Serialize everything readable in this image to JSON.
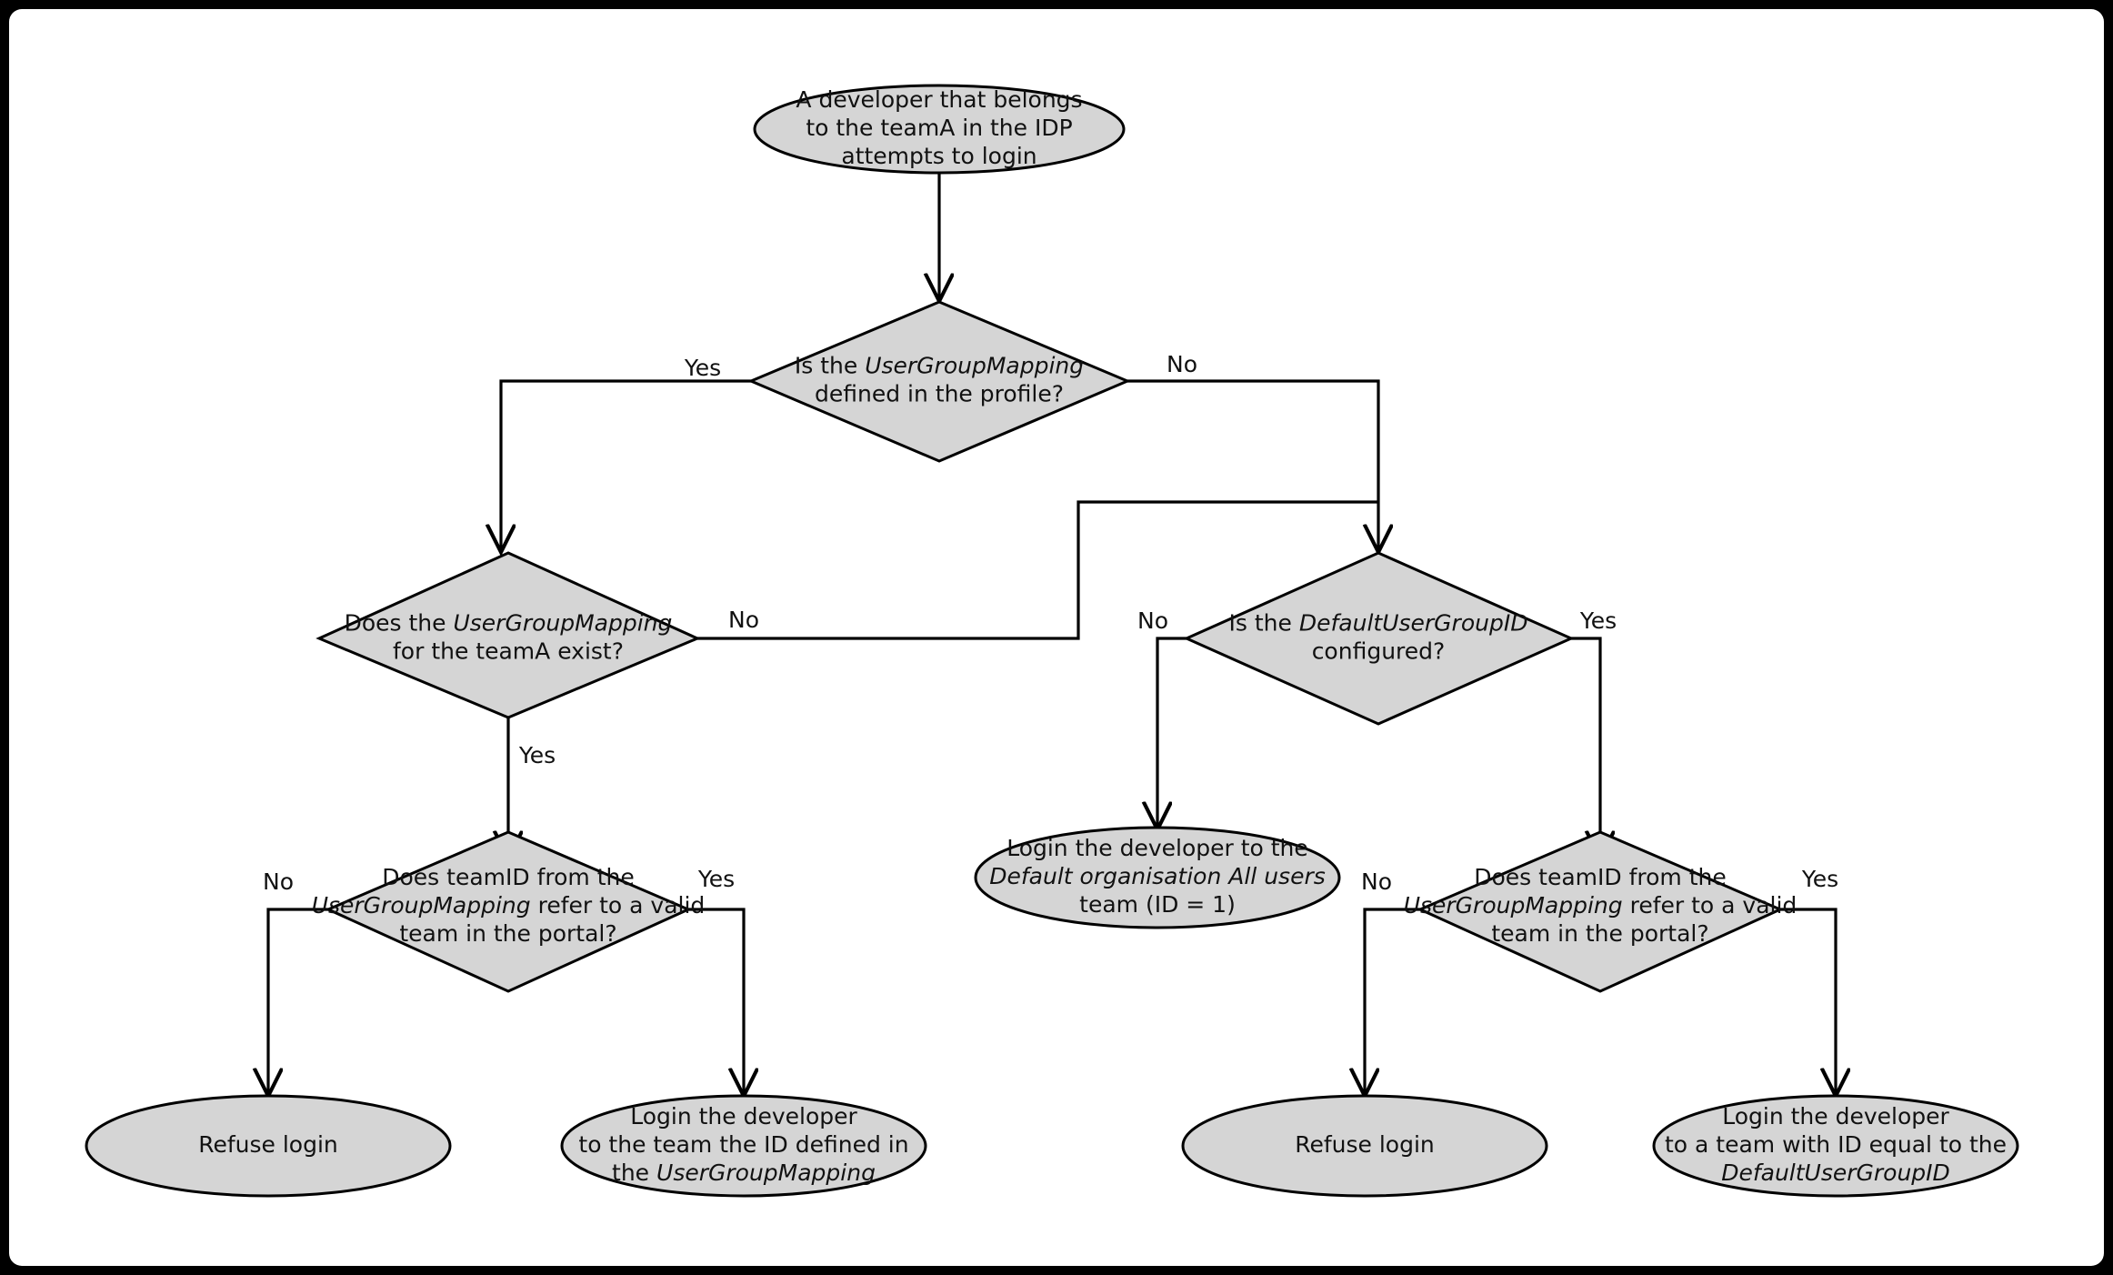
{
  "diagram": {
    "type": "flowchart",
    "title": "",
    "background_color": "#ffffff",
    "frame_color": "#000000",
    "node_fill": "#d5d5d5",
    "node_stroke": "#000000",
    "nodes": [
      {
        "id": "start",
        "shape": "ellipse",
        "lines": [
          [
            {
              "t": "A developer that belongs",
              "i": false
            }
          ],
          [
            {
              "t": "to the teamA in the IDP",
              "i": false
            }
          ],
          [
            {
              "t": "attempts to login",
              "i": false
            }
          ]
        ]
      },
      {
        "id": "d1",
        "shape": "diamond",
        "lines": [
          [
            {
              "t": "Is the ",
              "i": false
            },
            {
              "t": "UserGroupMapping",
              "i": true
            }
          ],
          [
            {
              "t": "defined in the profile?",
              "i": false
            }
          ]
        ]
      },
      {
        "id": "d2",
        "shape": "diamond",
        "lines": [
          [
            {
              "t": "Does the ",
              "i": false
            },
            {
              "t": "UserGroupMapping",
              "i": true
            }
          ],
          [
            {
              "t": "for the teamA exist?",
              "i": false
            }
          ]
        ]
      },
      {
        "id": "d3",
        "shape": "diamond",
        "lines": [
          [
            {
              "t": "Is the ",
              "i": false
            },
            {
              "t": "DefaultUserGroupID",
              "i": true
            }
          ],
          [
            {
              "t": "configured?",
              "i": false
            }
          ]
        ]
      },
      {
        "id": "d4",
        "shape": "diamond",
        "lines": [
          [
            {
              "t": "Does teamID from the",
              "i": false
            }
          ],
          [
            {
              "t": "UserGroupMapping",
              "i": true
            },
            {
              "t": " refer to a valid",
              "i": false
            }
          ],
          [
            {
              "t": "team in the portal?",
              "i": false
            }
          ]
        ]
      },
      {
        "id": "d5",
        "shape": "diamond",
        "lines": [
          [
            {
              "t": "Does teamID from the",
              "i": false
            }
          ],
          [
            {
              "t": "UserGroupMapping",
              "i": true
            },
            {
              "t": " refer to a valid",
              "i": false
            }
          ],
          [
            {
              "t": "team in the portal?",
              "i": false
            }
          ]
        ]
      },
      {
        "id": "e_default_org",
        "shape": "ellipse",
        "lines": [
          [
            {
              "t": "Login the developer to the",
              "i": false
            }
          ],
          [
            {
              "t": "Default organisation All users",
              "i": true
            }
          ],
          [
            {
              "t": "team (ID = 1)",
              "i": false
            }
          ]
        ]
      },
      {
        "id": "e_refuse_left",
        "shape": "ellipse",
        "lines": [
          [
            {
              "t": "Refuse login",
              "i": false
            }
          ]
        ]
      },
      {
        "id": "e_login_ugm",
        "shape": "ellipse",
        "lines": [
          [
            {
              "t": "Login the developer",
              "i": false
            }
          ],
          [
            {
              "t": "to the team the ID defined in",
              "i": false
            }
          ],
          [
            {
              "t": "the ",
              "i": false
            },
            {
              "t": "UserGroupMapping",
              "i": true
            }
          ]
        ]
      },
      {
        "id": "e_refuse_right",
        "shape": "ellipse",
        "lines": [
          [
            {
              "t": "Refuse login",
              "i": false
            }
          ]
        ]
      },
      {
        "id": "e_login_default",
        "shape": "ellipse",
        "lines": [
          [
            {
              "t": "Login the developer",
              "i": false
            }
          ],
          [
            {
              "t": "to a team with ID equal to the",
              "i": false
            }
          ],
          [
            {
              "t": "DefaultUserGroupID",
              "i": true
            }
          ]
        ]
      }
    ],
    "edge_labels": {
      "d1_yes": "Yes",
      "d1_no": "No",
      "d2_no": "No",
      "d2_yes": "Yes",
      "d3_no": "No",
      "d3_yes": "Yes",
      "d4_no": "No",
      "d4_yes": "Yes",
      "d5_no": "No",
      "d5_yes": "Yes"
    }
  }
}
